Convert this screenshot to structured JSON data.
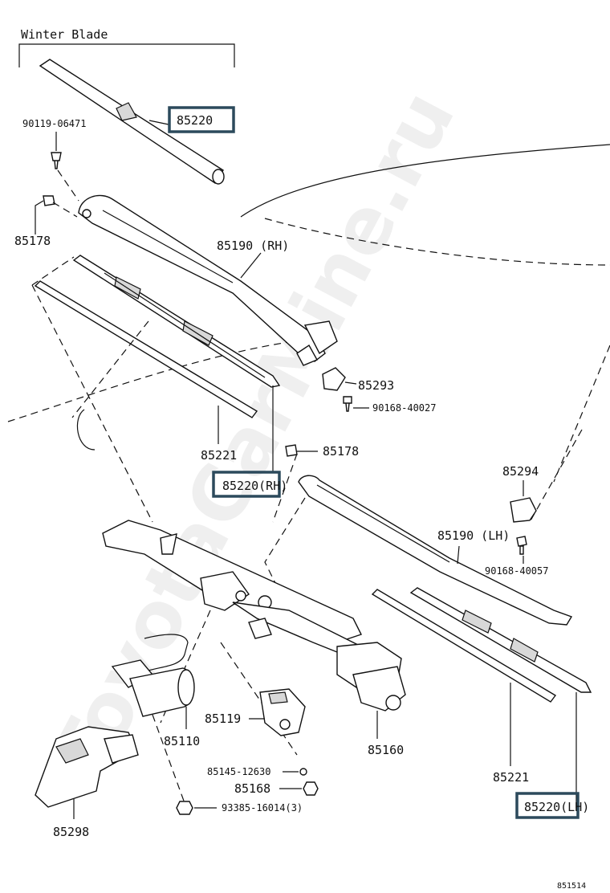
{
  "title": "Winter Blade",
  "watermark": "ToyotaCarMine.ru",
  "figure_code": "851514",
  "labels": {
    "p85220_top": "85220",
    "p90119": "90119-06471",
    "p85178_left": "85178",
    "p85190_rh": "85190 (RH)",
    "p85293": "85293",
    "p90168_40027": "90168-40027",
    "p85221_left": "85221",
    "p85220_rh": "85220(RH)",
    "p85178_mid": "85178",
    "p85294": "85294",
    "p85190_lh": "85190 (LH)",
    "p90168_40057": "90168-40057",
    "p85119": "85119",
    "p85110": "85110",
    "p85160": "85160",
    "p85145": "85145-12630",
    "p85168": "85168",
    "p85298": "85298",
    "p93385": "93385-16014(3)",
    "p85221_right": "85221",
    "p85220_lh": "85220(LH)"
  },
  "colors": {
    "callout_border": "#2c4a5c",
    "line": "#111111"
  }
}
